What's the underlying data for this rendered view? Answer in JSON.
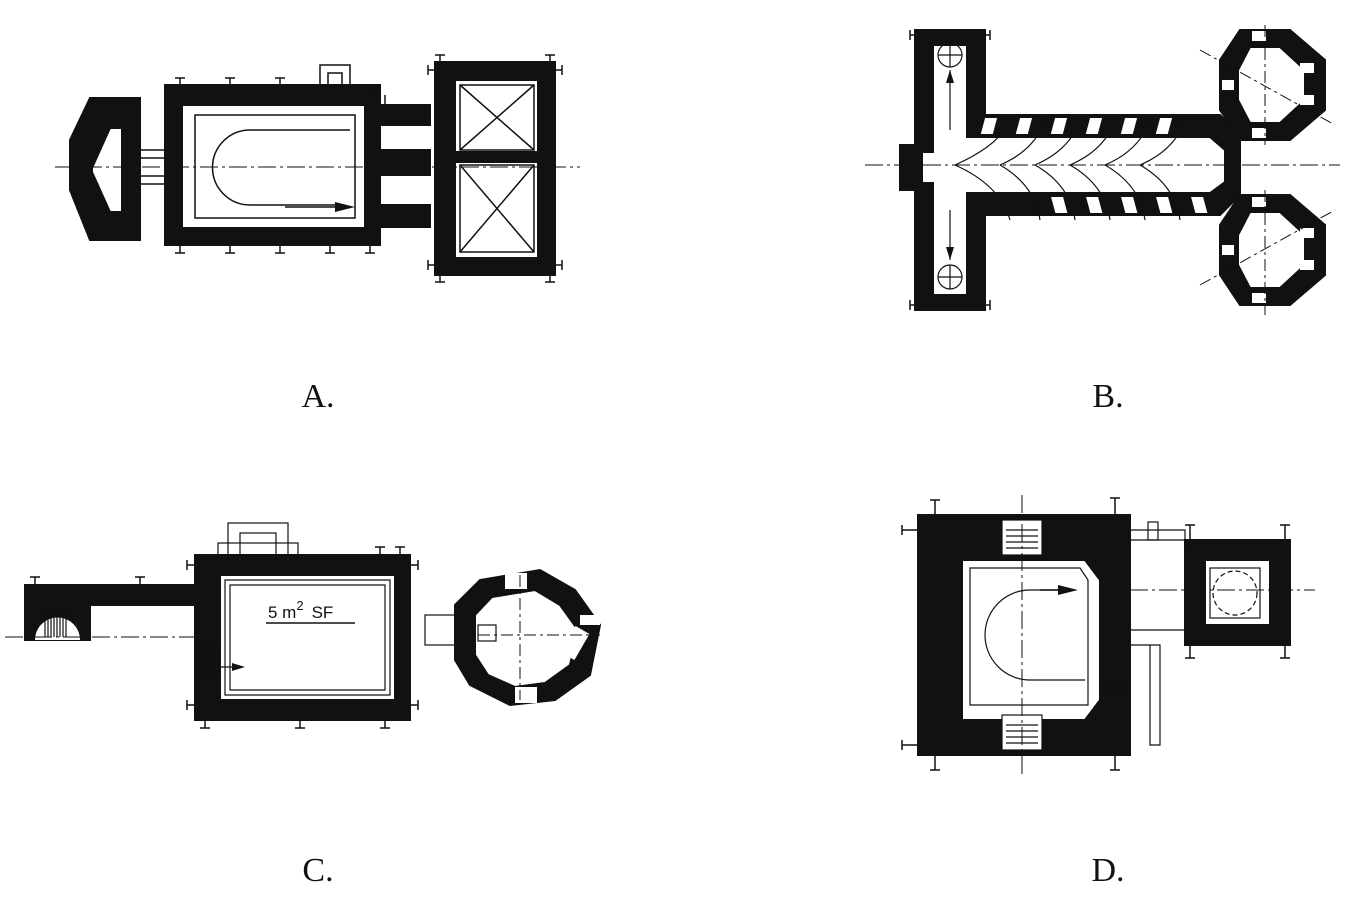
{
  "panels": [
    {
      "id": "a",
      "caption": "A."
    },
    {
      "id": "b",
      "caption": "B."
    },
    {
      "id": "c",
      "caption": "C.",
      "area_label": "5 m",
      "area_sup": "2",
      "area_unit": "SF"
    },
    {
      "id": "d",
      "caption": "D."
    }
  ],
  "colors": {
    "ink": "#111111",
    "paper": "#ffffff"
  }
}
